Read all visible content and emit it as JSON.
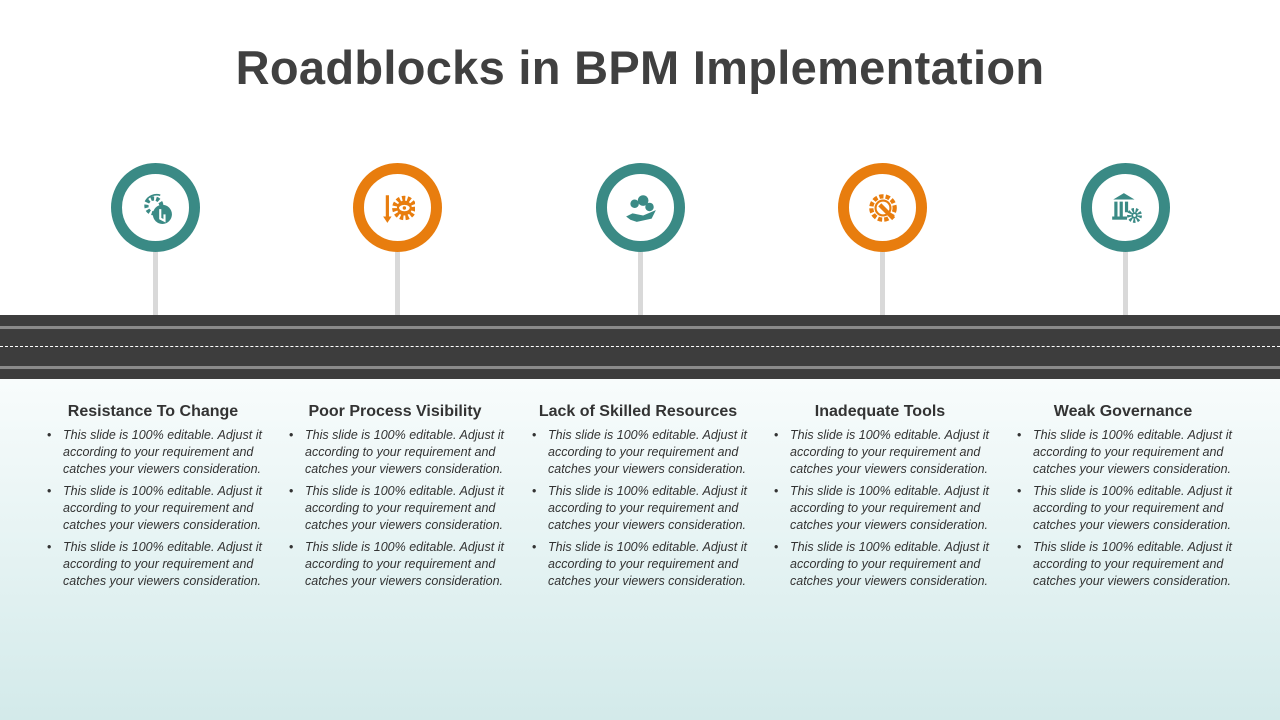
{
  "title": "Roadblocks in BPM Implementation",
  "colors": {
    "teal": "#3a8a85",
    "orange": "#e87d0e"
  },
  "items": [
    {
      "title": "Resistance To Change",
      "icon": "gear-hand-stop-icon",
      "color": "teal",
      "bullets": [
        "This slide is 100% editable. Adjust it according to your requirement and catches your viewers consideration.",
        "This slide is 100% editable. Adjust it according to your requirement and catches your viewers consideration.",
        "This slide is 100% editable. Adjust it according to your requirement and catches your viewers consideration."
      ]
    },
    {
      "title": "Poor Process Visibility",
      "icon": "gear-eye-icon",
      "color": "orange",
      "bullets": [
        "This slide is 100% editable. Adjust it according to your requirement and catches your viewers consideration.",
        "This slide is 100% editable. Adjust it according to your requirement and catches your viewers consideration.",
        "This slide is 100% editable. Adjust it according to your requirement and catches your viewers consideration."
      ]
    },
    {
      "title": "Lack of Skilled Resources",
      "icon": "hand-resources-icon",
      "color": "teal",
      "bullets": [
        "This slide is 100% editable. Adjust it according to your requirement and catches your viewers consideration.",
        "This slide is 100% editable. Adjust it according to your requirement and catches your viewers consideration.",
        "This slide is 100% editable. Adjust it according to your requirement and catches your viewers consideration."
      ]
    },
    {
      "title": "Inadequate Tools",
      "icon": "gear-wrench-icon",
      "color": "orange",
      "bullets": [
        "This slide is 100% editable. Adjust it according to your requirement and catches your viewers consideration.",
        "This slide is 100% editable. Adjust it according to your requirement and catches your viewers consideration.",
        "This slide is 100% editable. Adjust it according to your requirement and catches your viewers consideration."
      ]
    },
    {
      "title": "Weak Governance",
      "icon": "government-gear-icon",
      "color": "teal",
      "bullets": [
        "This slide is 100% editable. Adjust it according to your requirement and catches your viewers consideration.",
        "This slide is 100% editable. Adjust it according to your requirement and catches your viewers consideration.",
        "This slide is 100% editable. Adjust it according to your requirement and catches your viewers consideration."
      ]
    }
  ]
}
